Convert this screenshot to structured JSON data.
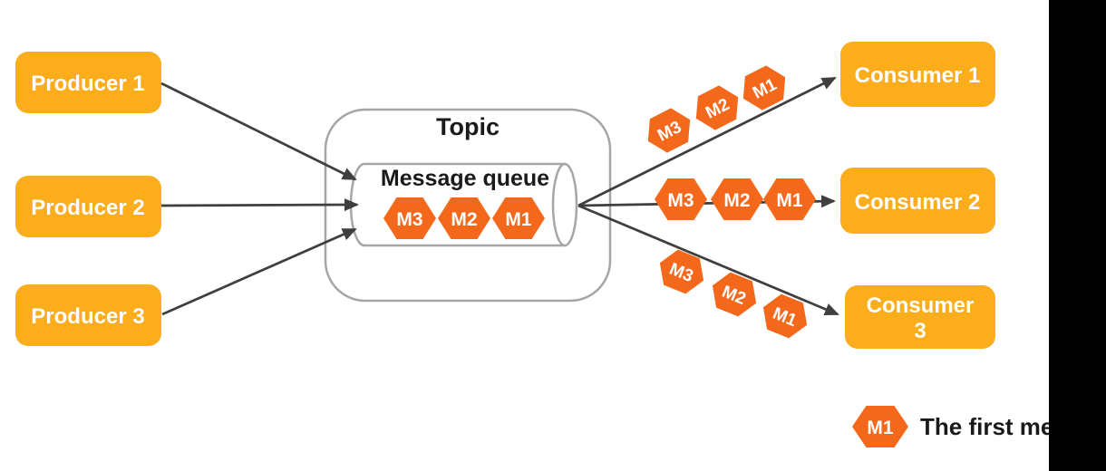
{
  "colors": {
    "node_fill": "#FBAD1B",
    "message_fill": "#F4681C",
    "outline_gray": "#A6A6A6",
    "arrow_gray": "#3F3F3F",
    "label_dark": "#1A1A1A",
    "label_light": "#FFFFFF",
    "crop_bar": "#000000"
  },
  "producers": [
    {
      "label": "Producer 1"
    },
    {
      "label": "Producer 2"
    },
    {
      "label": "Producer 3"
    }
  ],
  "topic": {
    "title": "Topic",
    "queue_label": "Message queue",
    "queue_messages": [
      "M3",
      "M2",
      "M1"
    ]
  },
  "consumers": [
    {
      "label": "Consumer 1"
    },
    {
      "label": "Consumer 2"
    },
    {
      "label_line1": "Consumer",
      "label_line2": "3"
    }
  ],
  "flows": {
    "to_consumer1": [
      "M3",
      "M2",
      "M1"
    ],
    "to_consumer2": [
      "M3",
      "M2",
      "M1"
    ],
    "to_consumer3": [
      "M3",
      "M2",
      "M1"
    ]
  },
  "legend": {
    "badge": "M1",
    "caption": "The first mess"
  }
}
